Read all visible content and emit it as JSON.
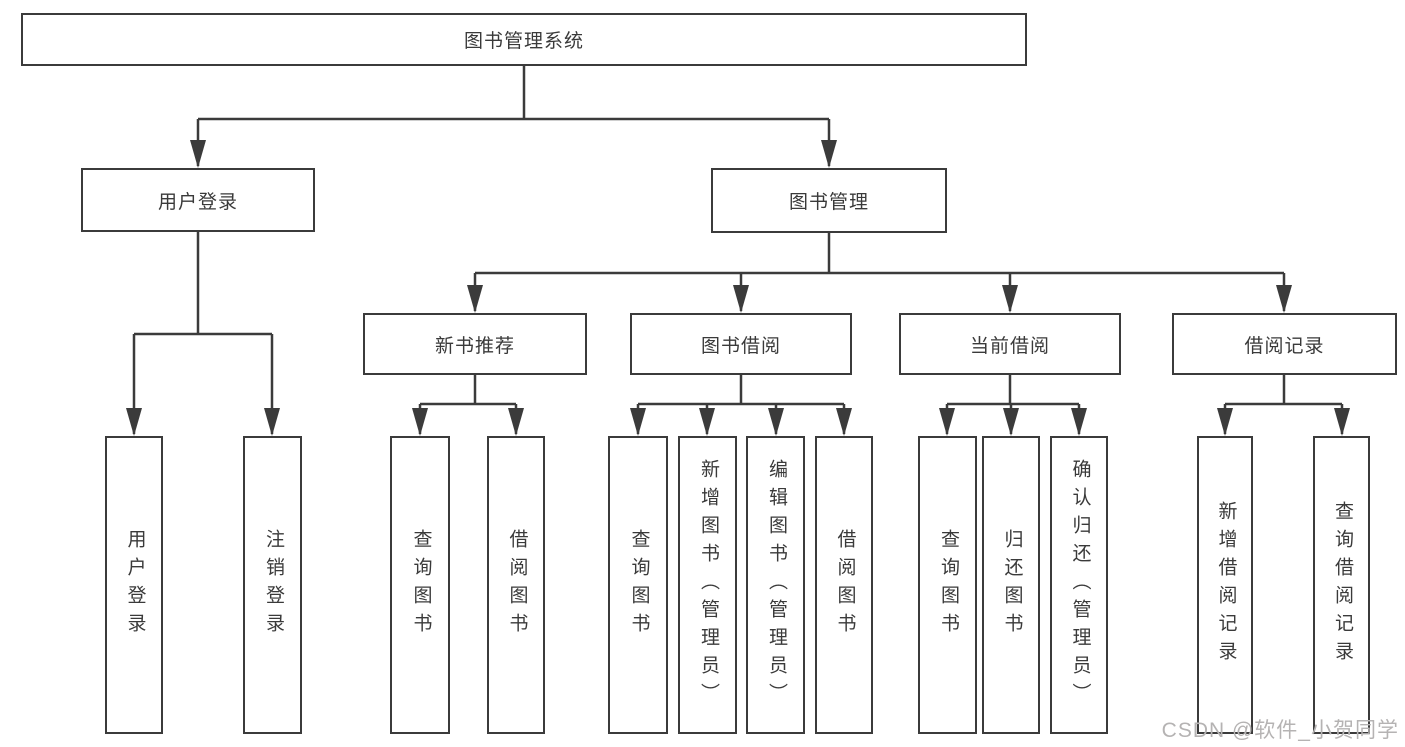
{
  "tree": {
    "label": "图书管理系统",
    "children": [
      {
        "label": "用户登录",
        "children": [
          {
            "label": "用户登录"
          },
          {
            "label": "注销登录"
          }
        ]
      },
      {
        "label": "图书管理",
        "children": [
          {
            "label": "新书推荐",
            "children": [
              {
                "label": "查询图书"
              },
              {
                "label": "借阅图书"
              }
            ]
          },
          {
            "label": "图书借阅",
            "children": [
              {
                "label": "查询图书"
              },
              {
                "label": "新增图书（管理员）"
              },
              {
                "label": "编辑图书（管理员）"
              },
              {
                "label": "借阅图书"
              }
            ]
          },
          {
            "label": "当前借阅",
            "children": [
              {
                "label": "查询图书"
              },
              {
                "label": "归还图书"
              },
              {
                "label": "确认归还（管理员）"
              }
            ]
          },
          {
            "label": "借阅记录",
            "children": [
              {
                "label": "新增借阅记录"
              },
              {
                "label": "查询借阅记录"
              }
            ]
          }
        ]
      }
    ]
  },
  "watermark": {
    "text": "CSDN @软件_小贺同学"
  },
  "colors": {
    "line": "#3b3b3b",
    "text": "#3a3a3a",
    "watermark": "#b5b3b3",
    "background": "#ffffff"
  }
}
